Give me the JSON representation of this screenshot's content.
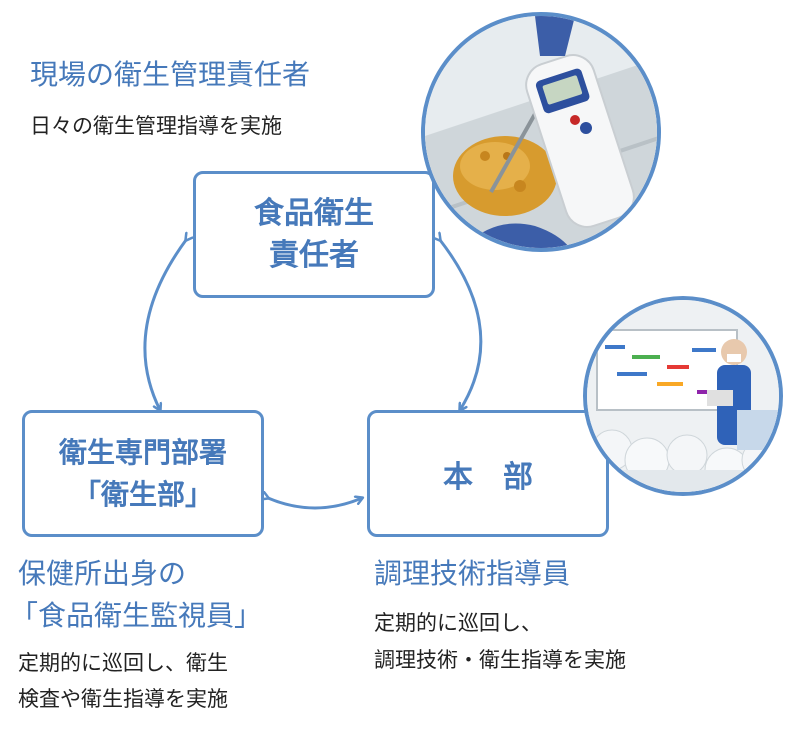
{
  "top_role": {
    "heading": "現場の衛生管理責任者",
    "desc": "日々の衛生管理指導を実施"
  },
  "box_top": {
    "line1": "食品衛生",
    "line2": "責任者"
  },
  "box_left": {
    "line1": "衛生専門部署",
    "line2": "「衛生部」"
  },
  "box_right": {
    "line1": "本　部"
  },
  "left_role": {
    "heading1": "保健所出身の",
    "heading2": "「食品衛生監視員」",
    "desc1": "定期的に巡回し、衛生",
    "desc2": "検査や衛生指導を実施"
  },
  "right_role": {
    "heading": "調理技術指導員",
    "desc1": "定期的に巡回し、",
    "desc2": "調理技術・衛生指導を実施"
  },
  "colors": {
    "accent": "#5b8ec9",
    "heading": "#4679ba",
    "text": "#222222"
  }
}
